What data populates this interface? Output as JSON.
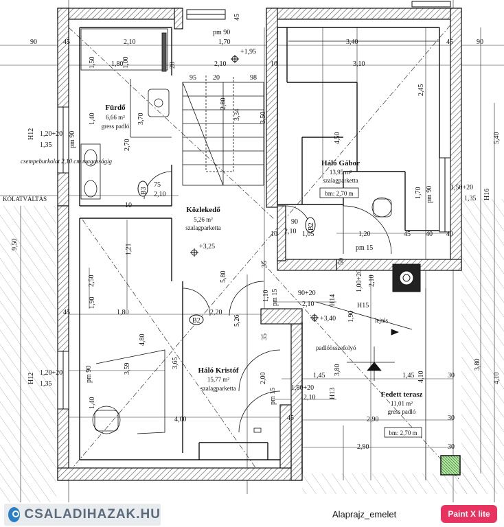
{
  "plan_title": "Alaprajz_emelet",
  "brand": {
    "name": "CSALADIHAZAK.HU",
    "icon": "globe-icon"
  },
  "app_badge": "Paint X lite",
  "rooms": {
    "furdo": {
      "name": "Fürdő",
      "area": "6,66 m²",
      "floor": "gress padló"
    },
    "kozlekedo": {
      "name": "Közlekedő",
      "area": "5,26 m²",
      "floor": "szalagparketta"
    },
    "halo_gabor": {
      "name": "Háló Gábor",
      "area": "13,95 m²",
      "floor": "szalagparketta",
      "height": "bm: 2,70 m"
    },
    "halo_kristof": {
      "name": "Háló Kristóf",
      "area": "15,77 m²",
      "floor": "szalagparketta"
    },
    "fedett_terasz": {
      "name": "Fedett terasz",
      "area": "11,01 m²",
      "floor": "gress padló",
      "height": "bm: 2,70 m"
    }
  },
  "annotations": {
    "tiling": "csempeburkolat 2,10 cm magasságig",
    "level_change": "KÓLATVÁLTÁS",
    "stairs_dir": "lejtés",
    "drain": "padlóösszefolyó",
    "level_1": "+1,95",
    "level_2": "+3,25",
    "level_3": "+3,40"
  },
  "tags": {
    "h12a": "H12",
    "h12b": "H12",
    "h16": "H16",
    "h14": "H14",
    "h15": "H15",
    "h13": "H13",
    "b3": "B3",
    "b2a": "B2",
    "b2b": "B2"
  },
  "dims": {
    "t1": "90",
    "t2": "45",
    "t3": "2,10",
    "t4": "1,00",
    "t5": "20",
    "t6": "45",
    "t7": "1,70",
    "t8": "3,40",
    "t9": "45",
    "t10": "90",
    "t11": "pm 90",
    "t12": "1,50",
    "t13": "1,80",
    "t14": "2,10",
    "t15": "10",
    "t16": "3,10",
    "t17": "95",
    "t18": "20",
    "t19": "98",
    "t20": "1,40",
    "t21": "3,70",
    "t22": "2,70",
    "t23": "2,80",
    "t24": "3,34",
    "t25": "3,50",
    "t26": "2,45",
    "t27": "4,50",
    "t28": "5,40",
    "t29": "1,20+20",
    "t30": "1,35",
    "t31": "pm 90",
    "t32": "75",
    "t33": "2,10",
    "t34": "1,50+20",
    "t35": "1,35",
    "t36": "1,70",
    "t37": "pm 90",
    "t38": "90",
    "t39": "2,10",
    "t40": "1,05",
    "t41": "1,20",
    "t42": "45",
    "t43": "40",
    "t44": "pm 15",
    "t45": "9,50",
    "t46": "1,21",
    "t47": "2,50",
    "t48": "5,80",
    "t49": "1,00+20",
    "t50": "2,10",
    "t51": "90+20",
    "t52": "2,10",
    "t53": "1,10",
    "t54": "pm 15",
    "t55": "1,80",
    "t56": "2,20",
    "t57": "5,26",
    "t58": "1,90",
    "t59": "4,80",
    "t60": "3,59",
    "t61": "3,65",
    "t62": "1,45",
    "t63": "1,45",
    "t64": "3,80",
    "t65": "4,10",
    "t66": "1,20+20",
    "t67": "1,35",
    "t68": "pm 90",
    "t69": "1,40",
    "t70": "1,80+20",
    "t71": "2,10",
    "t72": "pm 15",
    "t73": "2,00",
    "t74": "4,00",
    "t75": "2,90",
    "t76": "2,90",
    "t77": "30",
    "t78": "30",
    "t79": "3,80",
    "t80": "4,10",
    "t81": "45",
    "t82": "45",
    "t83": "30",
    "t84": "1,90",
    "t85": "10",
    "t86": "35",
    "t87": "35",
    "t88": "10",
    "t89": "50",
    "t90": "40"
  }
}
